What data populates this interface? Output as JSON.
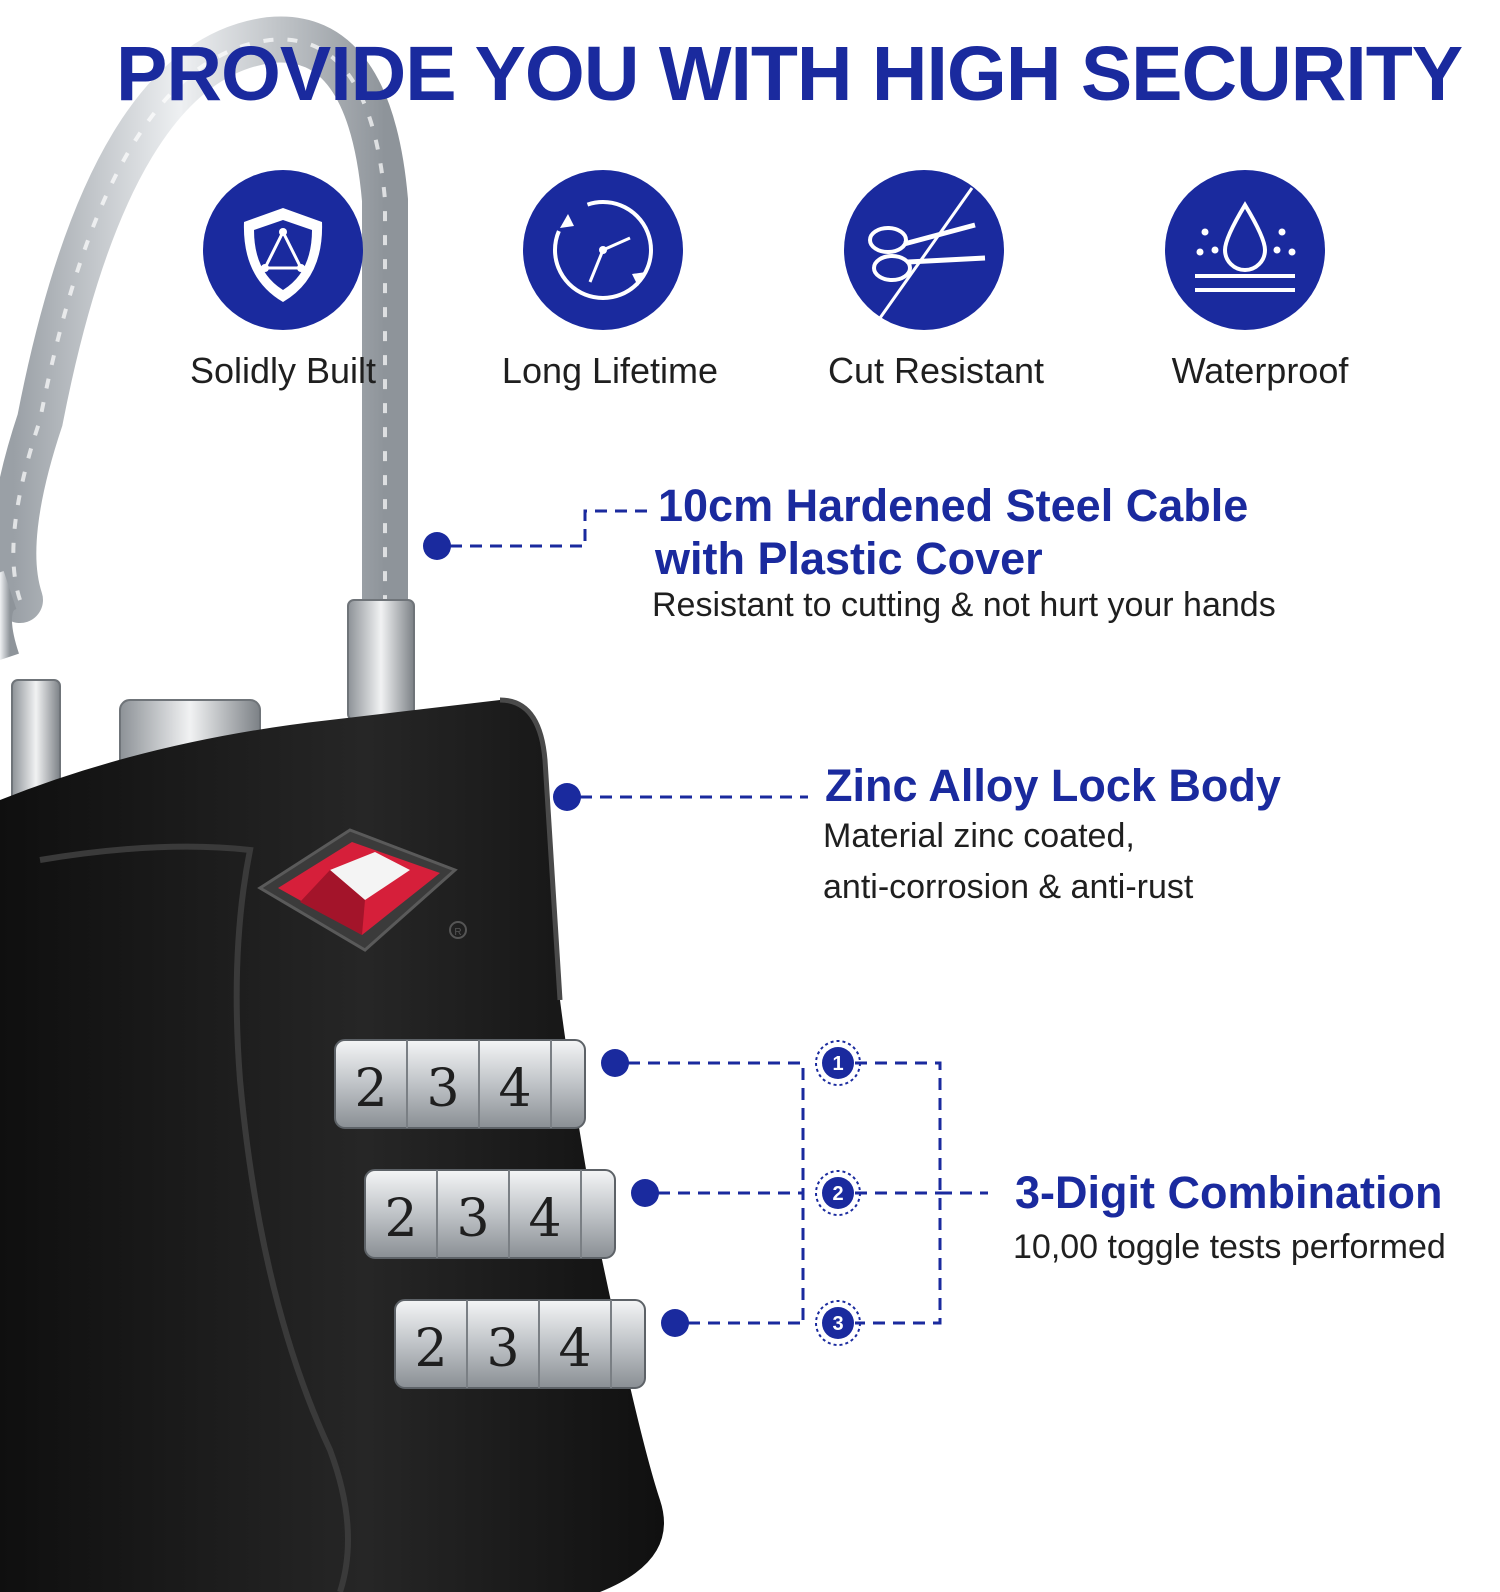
{
  "headline": "PROVIDE YOU WITH HIGH SECURITY",
  "colors": {
    "brand_blue": "#1a2a9e",
    "lock_body": "#1c1c1c",
    "tsa_red": "#d61f3a",
    "cable_silver": "#c9cdd2"
  },
  "features": [
    {
      "label": "Solidly Built",
      "icon": "shield-triangle-icon"
    },
    {
      "label": "Long Lifetime",
      "icon": "clock-icon"
    },
    {
      "label": "Cut Resistant",
      "icon": "scissors-icon"
    },
    {
      "label": "Waterproof",
      "icon": "water-drop-icon"
    }
  ],
  "callouts": {
    "cable": {
      "title_line1": "10cm Hardened Steel Cable",
      "title_line2": "with Plastic Cover",
      "desc": "Resistant to cutting & not hurt your hands"
    },
    "body": {
      "title": "Zinc Alloy Lock Body",
      "desc_line1": "Material zinc coated,",
      "desc_line2": "anti-corrosion & anti-rust"
    },
    "combination": {
      "title": "3-Digit Combination",
      "desc": "10,00 toggle tests performed",
      "badges": [
        "1",
        "2",
        "3"
      ]
    }
  },
  "dials": [
    [
      "2",
      "3",
      "4"
    ],
    [
      "2",
      "3",
      "4"
    ],
    [
      "2",
      "3",
      "4"
    ]
  ],
  "registered_mark": "R"
}
